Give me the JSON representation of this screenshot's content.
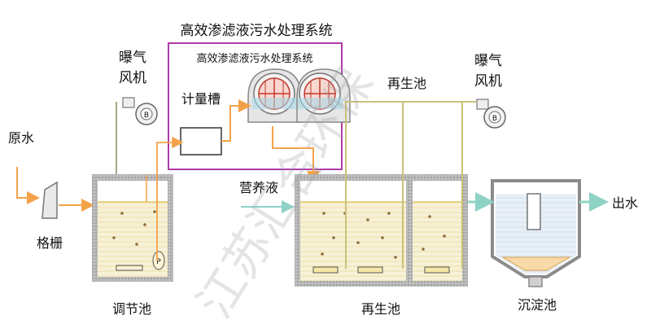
{
  "title_outer": "高效渗滤液污水处理系统",
  "title_inner": "高效渗滤液污水处理系统",
  "labels": {
    "blower_left": [
      "曝气",
      "风机"
    ],
    "blower_right": [
      "曝气",
      "风机"
    ],
    "raw_water": "原水",
    "grille": "格栅",
    "metering_tank": "计量槽",
    "nutrient": "营养液",
    "regen_pool_top": "再生池",
    "regulating_pool": "调节池",
    "regen_pool_bottom": "再生池",
    "sediment_pool": "沉淀池",
    "outlet": "出水",
    "blower_badge": "B"
  },
  "watermark": "江苏汇合环保",
  "colors": {
    "pipe_orange": "#f4a24a",
    "pipe_olive": "#c9c27a",
    "liquid": "#f5e3a0",
    "liquid_line": "#e2c86a",
    "frame_purple": "#b03aa8",
    "tank_gray": "#8b8b8b",
    "drum_red": "#c0392b",
    "water_teal": "#8fd3c6",
    "sediment_blue": "#dfe9f3"
  }
}
